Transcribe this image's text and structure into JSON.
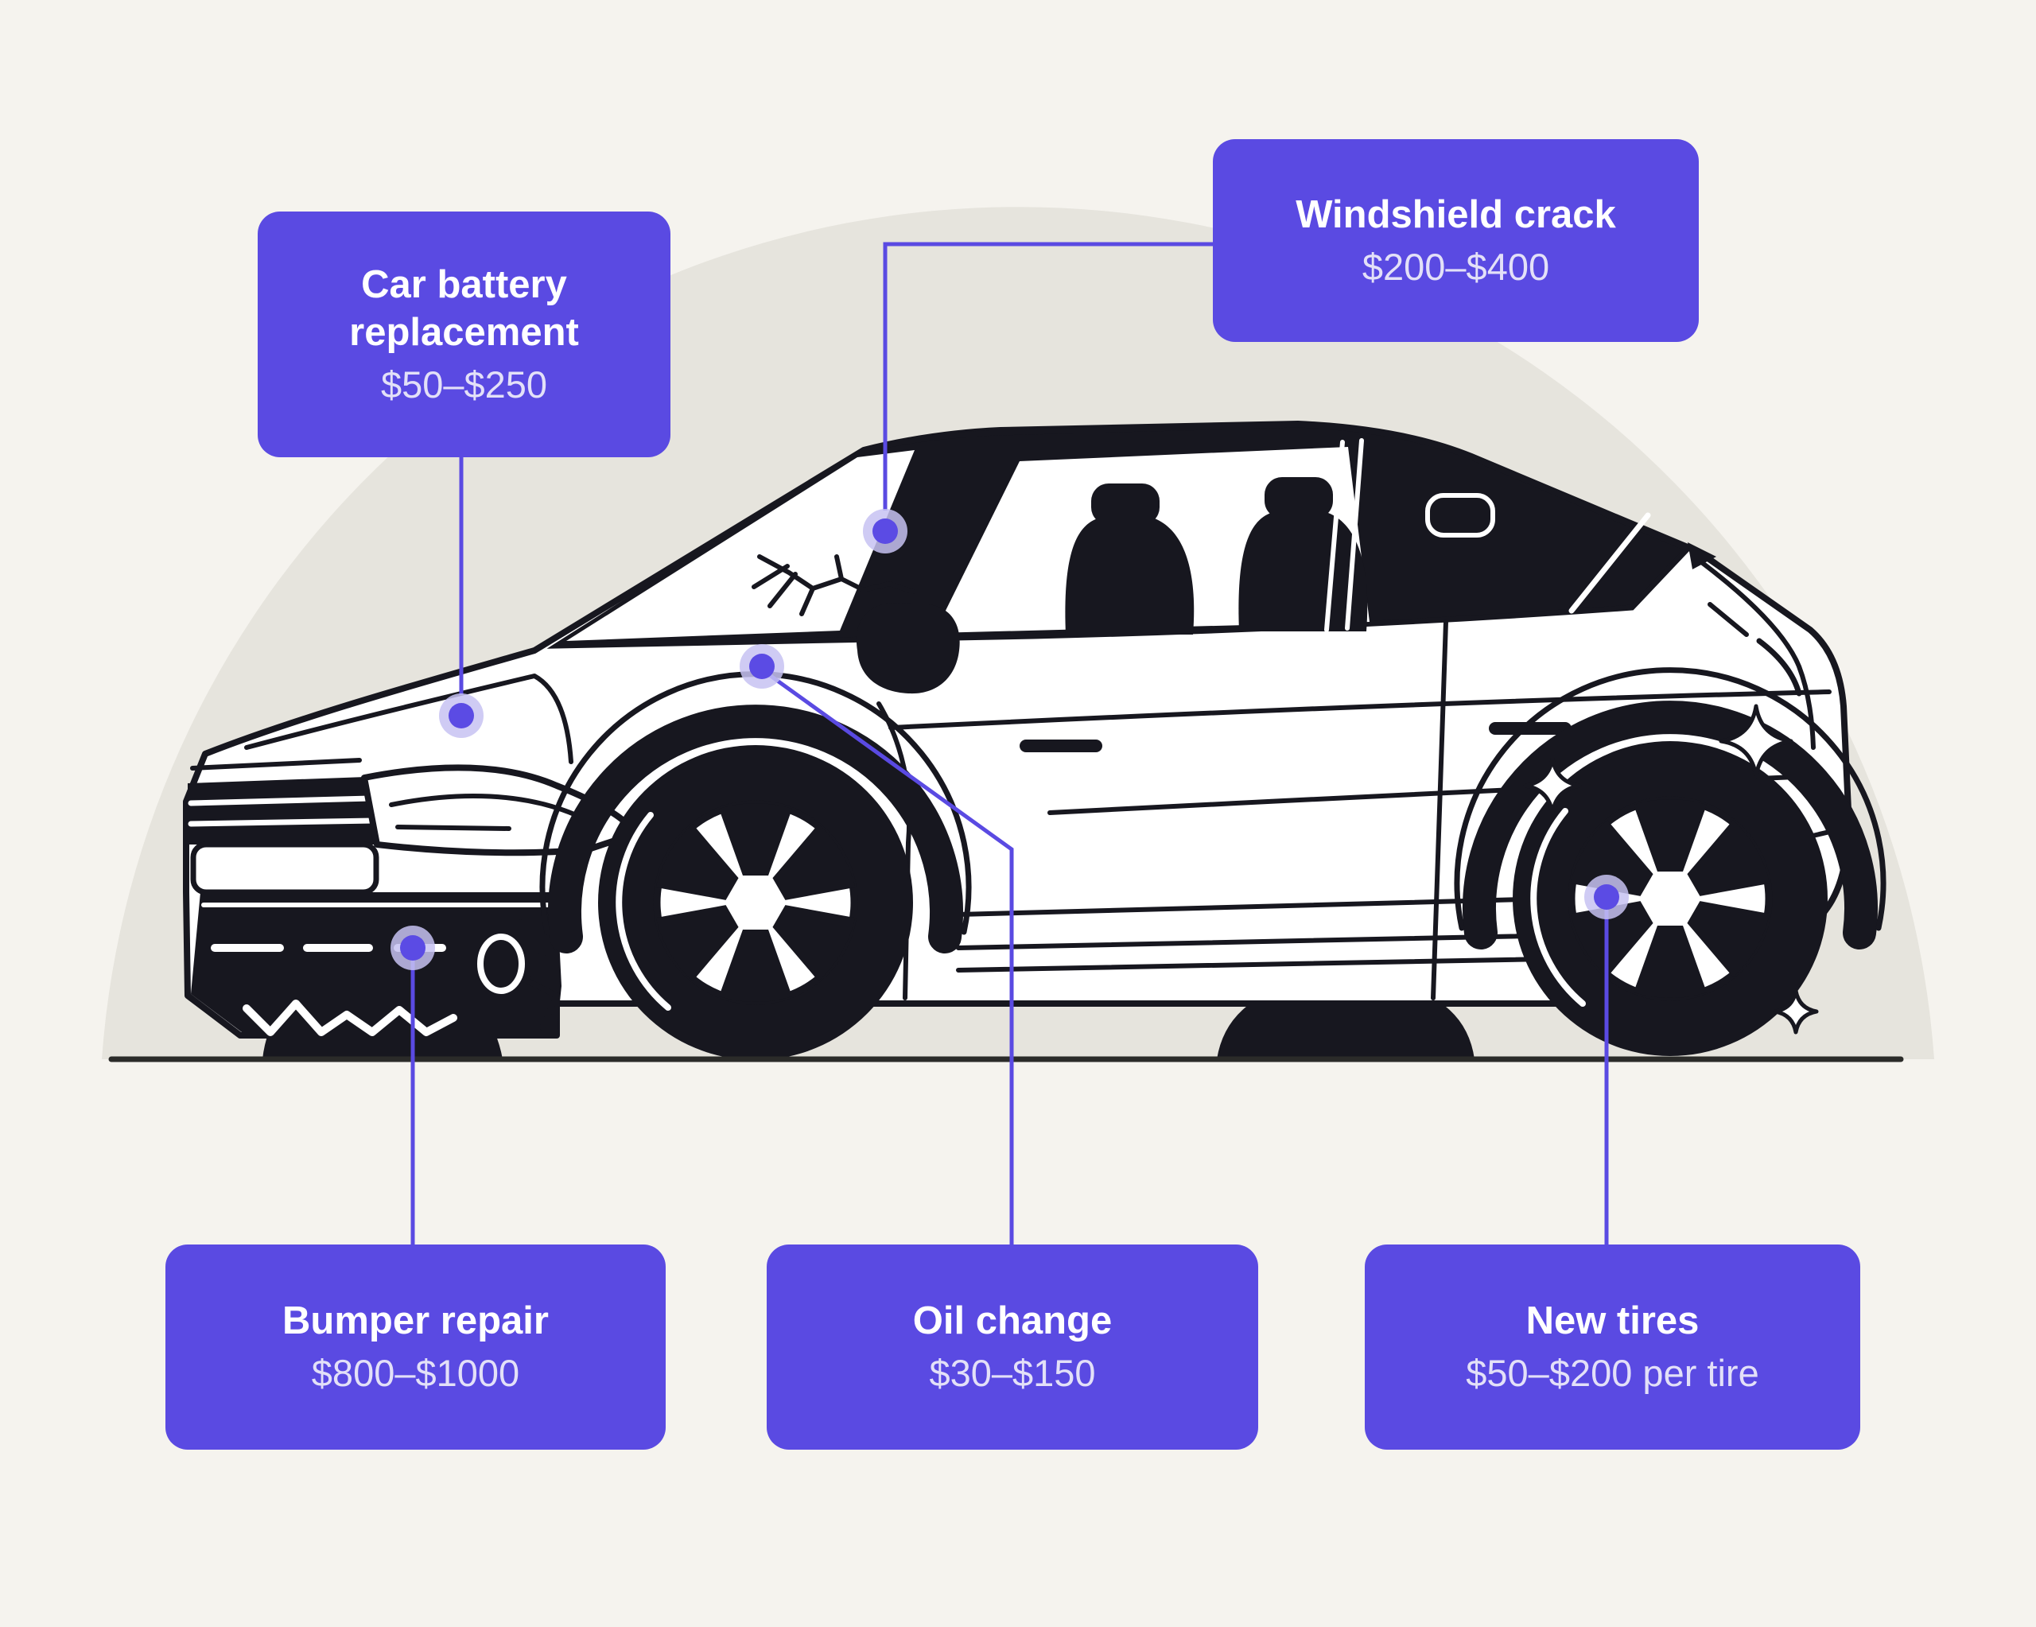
{
  "palette": {
    "background": "#f5f3ee",
    "dome": "#e6e4dd",
    "ink": "#17171f",
    "accent": "#5a4ae2",
    "dot_core": "#5b4be4",
    "dot_halo": "#c7c2f2",
    "label_text": "#ffffff",
    "price_text": "#e3e0f8",
    "ground": "#2b2b29"
  },
  "labels": {
    "battery": {
      "title": "Car battery replacement",
      "price": "$50–$250"
    },
    "windshield": {
      "title": "Windshield crack",
      "price": "$200–$400"
    },
    "bumper": {
      "title": "Bumper repair",
      "price": "$800–$1000"
    },
    "oil": {
      "title": "Oil change",
      "price": "$30–$150"
    },
    "tires": {
      "title": "New tires",
      "price": "$50–$200 per tire"
    }
  }
}
